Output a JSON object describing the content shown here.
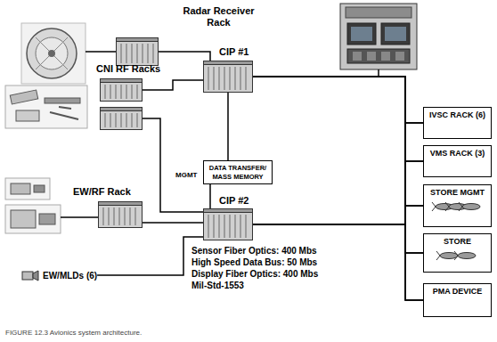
{
  "diagram": {
    "caption": "FIGURE 12.3 Avionics system architecture.",
    "nodes": [
      {
        "text": [
          "Radar Receiver Rack"
        ]
      },
      {
        "text": [
          "CIP #1"
        ]
      },
      {
        "text": [
          "CNI RF Racks"
        ]
      },
      {
        "text": [
          "IVSC RACK (6)"
        ]
      },
      {
        "text": [
          "VMS RACK (3)"
        ]
      },
      {
        "text": [
          "DATA TRANSFER/ MASS MEMORY"
        ]
      },
      {
        "text": [
          "STORE MGMT"
        ]
      },
      {
        "text": [
          "CIP #2"
        ]
      },
      {
        "text": [
          "STORE"
        ]
      },
      {
        "text": [
          "EW/RF Rack"
        ]
      },
      {
        "text": [
          "PMA DEVICE"
        ]
      },
      {
        "text": [
          "EW/MLDs (6)"
        ]
      }
    ],
    "edges": [
      {
        "from": 0,
        "to": 1,
        "arrow": "none"
      },
      {
        "from": 2,
        "to": 1,
        "arrow": "none"
      },
      {
        "from": 1,
        "to": 5,
        "arrow": "none"
      },
      {
        "from": 5,
        "to": 7,
        "arrow": "none"
      },
      {
        "from": 1,
        "to": 3,
        "arrow": "none"
      },
      {
        "from": 1,
        "to": 4,
        "arrow": "none"
      },
      {
        "from": 1,
        "to": 6,
        "arrow": "none"
      },
      {
        "from": 1,
        "to": 8,
        "arrow": "none"
      },
      {
        "from": 1,
        "to": 10,
        "arrow": "none"
      },
      {
        "from": 7,
        "to": 3,
        "arrow": "none"
      },
      {
        "from": 7,
        "to": 4,
        "arrow": "none"
      },
      {
        "from": 7,
        "to": 6,
        "arrow": "none"
      },
      {
        "from": 7,
        "to": 8,
        "arrow": "none"
      },
      {
        "from": 7,
        "to": 10,
        "arrow": "none"
      },
      {
        "from": 9,
        "to": 7,
        "arrow": "none"
      },
      {
        "from": 11,
        "to": 7,
        "arrow": "none"
      }
    ],
    "labels": [
      "MGMT",
      "Sensor Fiber Optics: 400 Mbs",
      "High Speed Data Bus: 50 Mbs",
      "Display Fiber Optics: 400 Mbs",
      "Mil-Std-1553"
    ]
  }
}
